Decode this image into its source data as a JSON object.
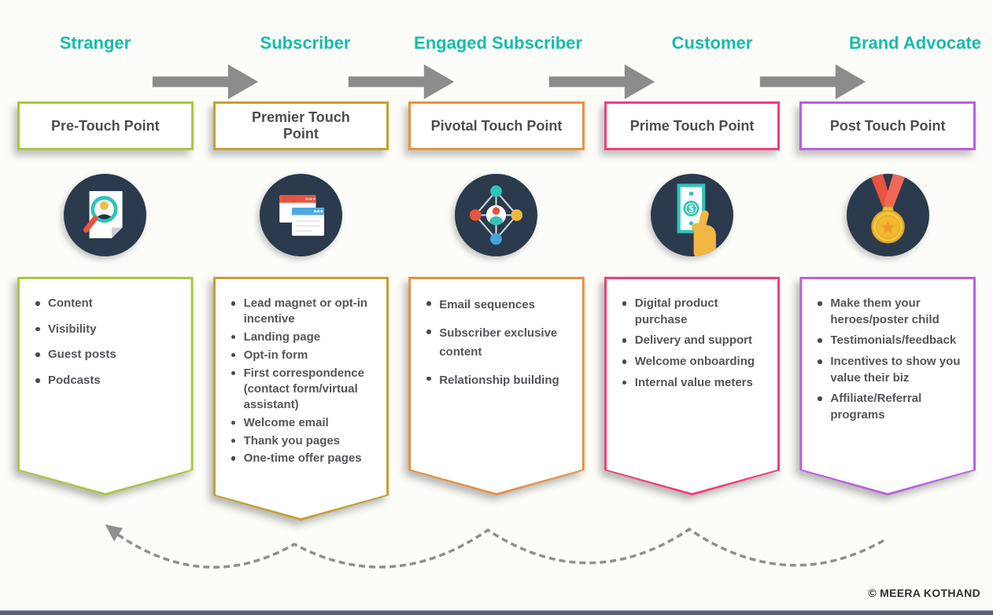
{
  "palette": {
    "teal": "#16bcab",
    "arrow_gray": "#8c8c8c",
    "icon_bg": "#2b3a4d",
    "icon_teal": "#2ec4b6",
    "icon_red": "#e8533f",
    "icon_yellow": "#f2b643",
    "icon_blue": "#46a3e0",
    "icon_gold": "#f2c12e",
    "heading_text": "#4d4d4d",
    "list_text": "#54555a",
    "background": "#fcfcf8",
    "footer_bar": "#5b5f7e"
  },
  "stages": [
    {
      "label": "Stranger",
      "touch_point": "Pre-Touch Point",
      "color": "#a8c83e",
      "icon": "document-search-icon",
      "items": [
        "Content",
        "Visibility",
        "Guest posts",
        "Podcasts"
      ]
    },
    {
      "label": "Subscriber",
      "touch_point": "Premier Touch Point",
      "color": "#c4a032",
      "icon": "browser-windows-icon",
      "items": [
        "Lead magnet or opt-in incentive",
        "Landing page",
        "Opt-in form",
        "First correspondence (contact form/virtual assistant)",
        "Welcome email",
        "Thank you pages",
        "One-time offer pages"
      ]
    },
    {
      "label": "Engaged Subscriber",
      "touch_point": "Pivotal Touch Point",
      "color": "#e79140",
      "icon": "network-nodes-icon",
      "items": [
        "Email sequences",
        "Subscriber exclusive content",
        "Relationship building"
      ]
    },
    {
      "label": "Customer",
      "touch_point": "Prime Touch Point",
      "color": "#f13e7d",
      "icon": "money-hand-icon",
      "items": [
        "Digital product purchase",
        "Delivery and support",
        "Welcome onboarding",
        "Internal value meters"
      ]
    },
    {
      "label": "Brand Advocate",
      "touch_point": "Post Touch Point",
      "color": "#bb5ee3",
      "icon": "medal-icon",
      "items": [
        "Make them your heroes/poster child",
        "Testimonials/feedback",
        "Incentives to show you value their biz",
        "Affiliate/Referral programs"
      ]
    }
  ],
  "footer": {
    "credit": "© MEERA KOTHAND"
  }
}
